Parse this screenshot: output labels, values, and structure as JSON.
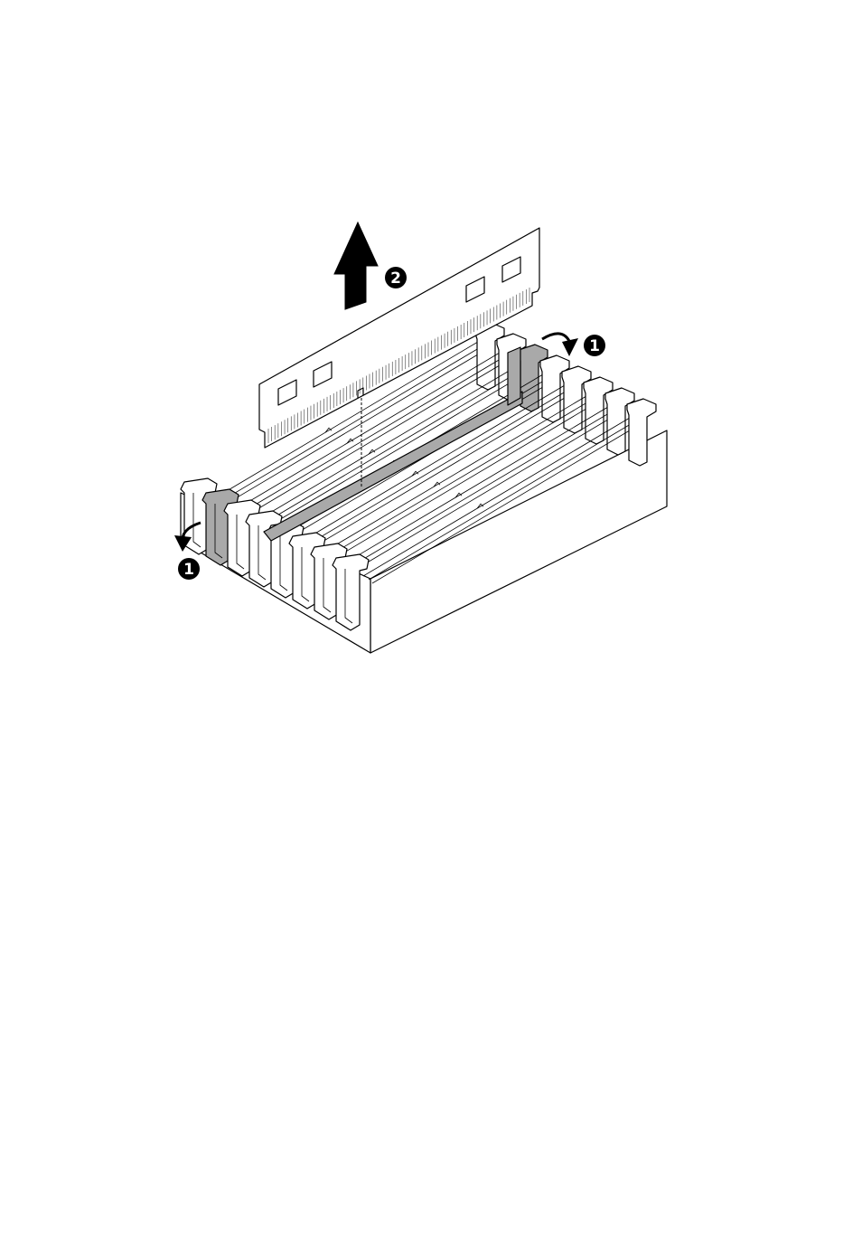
{
  "callouts": [
    {
      "id": "step-1-right",
      "label": "1"
    },
    {
      "id": "step-2",
      "label": "2"
    },
    {
      "id": "step-1-left",
      "label": "1"
    }
  ],
  "colors": {
    "line": "#000000",
    "highlight": "#a9a9a9",
    "background": "#ffffff"
  },
  "socket_count": 8
}
